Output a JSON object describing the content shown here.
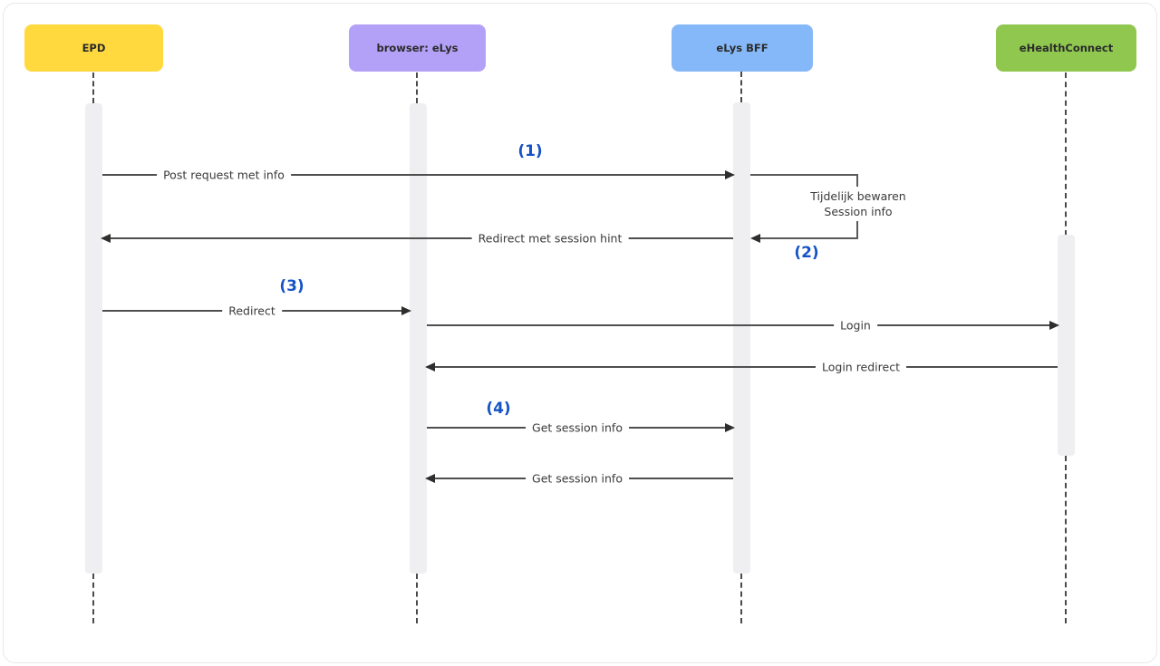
{
  "actors": [
    {
      "label": "EPD",
      "color": "#FFD93D"
    },
    {
      "label": "browser: eLys",
      "color": "#B3A1F7"
    },
    {
      "label": "eLys BFF",
      "color": "#85B8F8"
    },
    {
      "label": "eHealthConnect",
      "color": "#8FC74F"
    }
  ],
  "messages": [
    {
      "label": "Post request met info",
      "from": "EPD",
      "to": "eLys BFF",
      "step": "(1)"
    },
    {
      "label": "Tijdelijk bewaren",
      "label2": "Session info",
      "from": "eLys BFF",
      "to": "eLys BFF",
      "step": "(2)"
    },
    {
      "label": "Redirect met session hint",
      "from": "eLys BFF",
      "to": "EPD"
    },
    {
      "label": "Redirect",
      "from": "EPD",
      "to": "browser: eLys",
      "step": "(3)"
    },
    {
      "label": "Login",
      "from": "browser: eLys",
      "to": "eHealthConnect"
    },
    {
      "label": "Login redirect",
      "from": "eHealthConnect",
      "to": "browser: eLys"
    },
    {
      "label": "Get session info",
      "from": "browser: eLys",
      "to": "eLys BFF",
      "step": "(4)"
    },
    {
      "label": "Get session info",
      "from": "eLys BFF",
      "to": "browser: eLys"
    }
  ],
  "colors": {
    "step_accent": "#1553C4",
    "line": "#4f4f4f",
    "activation_bar": "#efeff1",
    "canvas_border": "#e8e8e8"
  }
}
